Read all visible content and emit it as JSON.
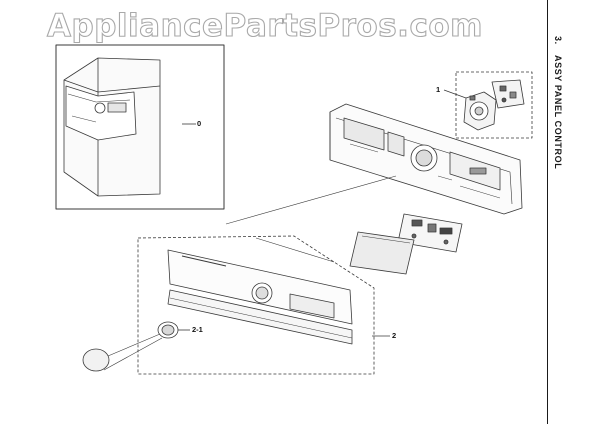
{
  "watermark": "AppliancePartsPros.com",
  "section": {
    "number": "3.",
    "title": "ASSY PANEL CONTROL"
  },
  "callouts": {
    "washer": "0",
    "pcb": "1",
    "panel_assembly": "2",
    "knob": "2-1"
  },
  "colors": {
    "line": "#3a3a3a",
    "watermark_outline": "#a9a9a9",
    "shade": "#d9d9d9"
  }
}
